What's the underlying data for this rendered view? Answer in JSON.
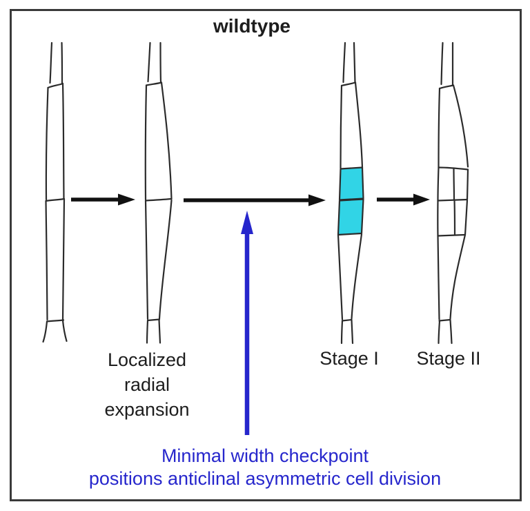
{
  "figure": {
    "title": "wildtype",
    "labels": {
      "expansion_lines": [
        "Localized",
        "radial",
        "expansion"
      ],
      "stage1": "Stage I",
      "stage2": "Stage II"
    },
    "annotation": {
      "line1": "Minimal width checkpoint",
      "line2": "positions anticlinal asymmetric cell division"
    },
    "colors": {
      "highlight_cyan": "#31d4e6",
      "annotation_blue": "#2626cc",
      "cell_outline": "#2b2b2b",
      "arrow_black": "#111111",
      "frame_border": "#3a3a3a",
      "background": "#ffffff"
    }
  }
}
